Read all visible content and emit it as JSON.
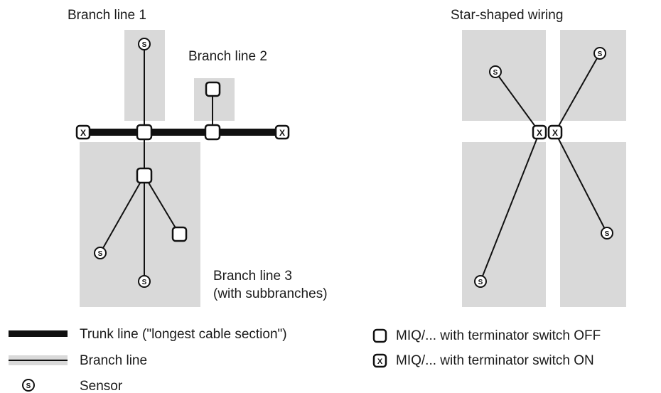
{
  "labels": {
    "branch1": "Branch line 1",
    "branch2": "Branch line 2",
    "branch3_line1": "Branch line 3",
    "branch3_line2": "(with subbranches)",
    "star": "Star-shaped wiring"
  },
  "symbols": {
    "sensor": "S",
    "terminator_on": "X"
  },
  "legend": {
    "trunk": "Trunk line (\"longest cable section\")",
    "branch": "Branch line",
    "sensor": "Sensor",
    "off": "MIQ/... with terminator switch OFF",
    "on": "MIQ/... with terminator switch ON"
  },
  "colors": {
    "area": "#d9d9d9",
    "line": "#111111",
    "background": "#ffffff"
  }
}
